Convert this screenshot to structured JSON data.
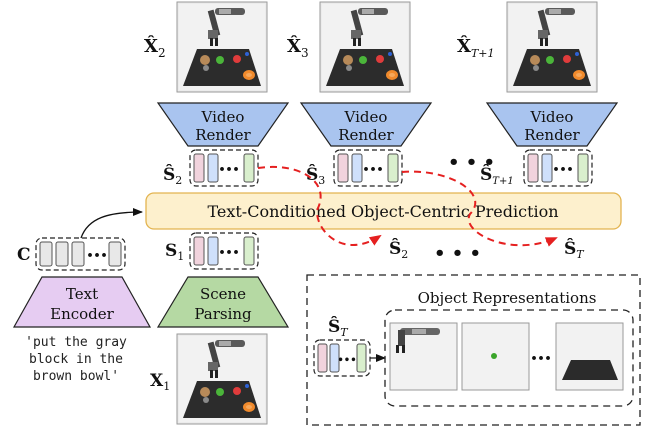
{
  "frames": {
    "x2": {
      "base": "X̂",
      "sub": "2"
    },
    "x3": {
      "base": "X̂",
      "sub": "3"
    },
    "xt1": {
      "base": "X̂",
      "sub": "T+1"
    },
    "x1": {
      "base": "X",
      "sub": "1"
    }
  },
  "video_render": {
    "line1": "Video",
    "line2": "Render"
  },
  "slots": {
    "s2_top": {
      "base": "Ŝ",
      "sub": "2"
    },
    "s3_top": {
      "base": "Ŝ",
      "sub": "3"
    },
    "st1_top": {
      "base": "Ŝ",
      "sub": "T+1"
    },
    "s1": {
      "base": "S",
      "sub": "1"
    },
    "s2_bottom": {
      "base": "Ŝ",
      "sub": "2"
    },
    "st_bottom": {
      "base": "Ŝ",
      "sub": "T"
    },
    "st_inset": {
      "base": "Ŝ",
      "sub": "T"
    },
    "dots": "•••"
  },
  "ellipsis": "• • •",
  "prediction_label": "Text-Conditioned Object-Centric Prediction",
  "text_encoder": {
    "line1": "Text",
    "line2": "Encoder",
    "input_symbol": "C"
  },
  "scene_parsing": {
    "line1": "Scene",
    "line2": "Parsing"
  },
  "prompt_lines": [
    "'put the gray",
    "block in the",
    "brown bowl'"
  ],
  "object_representations": {
    "title": "Object Representations"
  },
  "colors": {
    "video_render_fill": "#a9c4ef",
    "text_encoder_fill": "#e6ccf2",
    "scene_parsing_fill": "#b5d9a3",
    "prediction_fill": "#fdf0cd",
    "prediction_stroke": "#e3b450",
    "arrow_red": "#e52020",
    "slot_pink": "#f1d3dd",
    "slot_blue": "#cfe0fb",
    "slot_green": "#d9efcd",
    "table_black": "#2b2b2b"
  }
}
